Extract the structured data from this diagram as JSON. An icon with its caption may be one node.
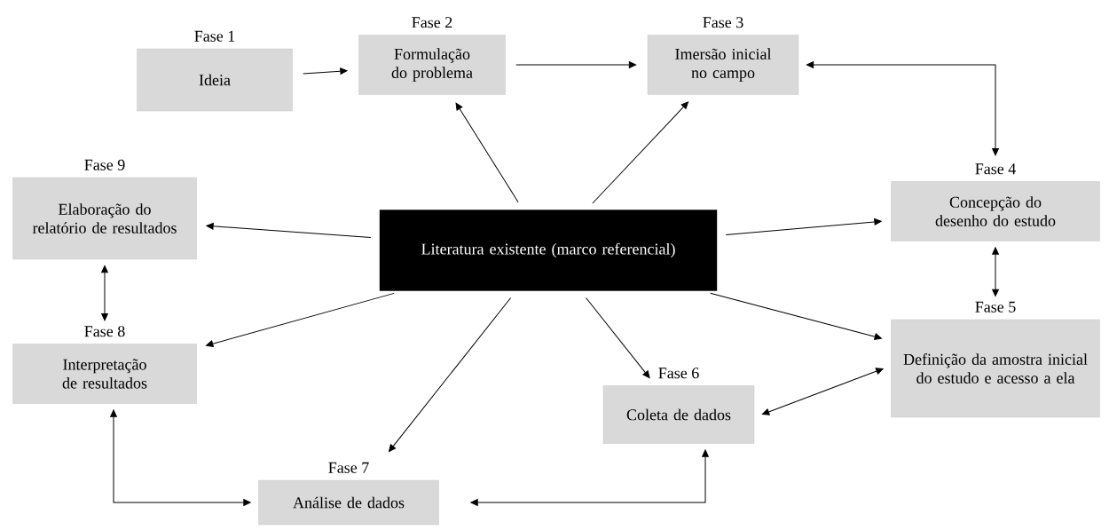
{
  "diagram": {
    "nodes": [
      {
        "text": [
          "Fase 1",
          "Ideia"
        ]
      },
      {
        "text": [
          "Fase 2",
          "Formulação do problema"
        ]
      },
      {
        "text": [
          "Fase 3",
          "Imersão inicial no campo"
        ]
      },
      {
        "text": [
          "Fase 4",
          "Concepção do desenho do estudo"
        ]
      },
      {
        "text": [
          "Fase 5",
          "Definição da amostra inicial do estudo e acesso a ela"
        ]
      },
      {
        "text": [
          "Fase 6",
          "Coleta de dados"
        ]
      },
      {
        "text": [
          "Fase 7",
          "Análise de dados"
        ]
      },
      {
        "text": [
          "Fase 8",
          "Interpretação de resultados"
        ]
      },
      {
        "text": [
          "Fase 9",
          "Elaboração do relatório de resultados"
        ]
      },
      {
        "text": [
          "Literatura existente (marco referencial)"
        ]
      }
    ],
    "edges": [
      {
        "from": 0,
        "to": 1,
        "arrow": "to"
      },
      {
        "from": 1,
        "to": 2,
        "arrow": "to"
      },
      {
        "from": 2,
        "to": 3,
        "arrow": "both"
      },
      {
        "from": 3,
        "to": 4,
        "arrow": "both"
      },
      {
        "from": 5,
        "to": 4,
        "arrow": "both"
      },
      {
        "from": 6,
        "to": 5,
        "arrow": "both"
      },
      {
        "from": 6,
        "to": 7,
        "arrow": "both"
      },
      {
        "from": 8,
        "to": 7,
        "arrow": "both"
      },
      {
        "from": 9,
        "to": 1,
        "arrow": "to"
      },
      {
        "from": 9,
        "to": 2,
        "arrow": "to"
      },
      {
        "from": 9,
        "to": 3,
        "arrow": "to"
      },
      {
        "from": 9,
        "to": 4,
        "arrow": "to"
      },
      {
        "from": 9,
        "to": 5,
        "arrow": "to"
      },
      {
        "from": 9,
        "to": 6,
        "arrow": "to"
      },
      {
        "from": 9,
        "to": 7,
        "arrow": "to"
      },
      {
        "from": 9,
        "to": 8,
        "arrow": "to"
      }
    ]
  }
}
